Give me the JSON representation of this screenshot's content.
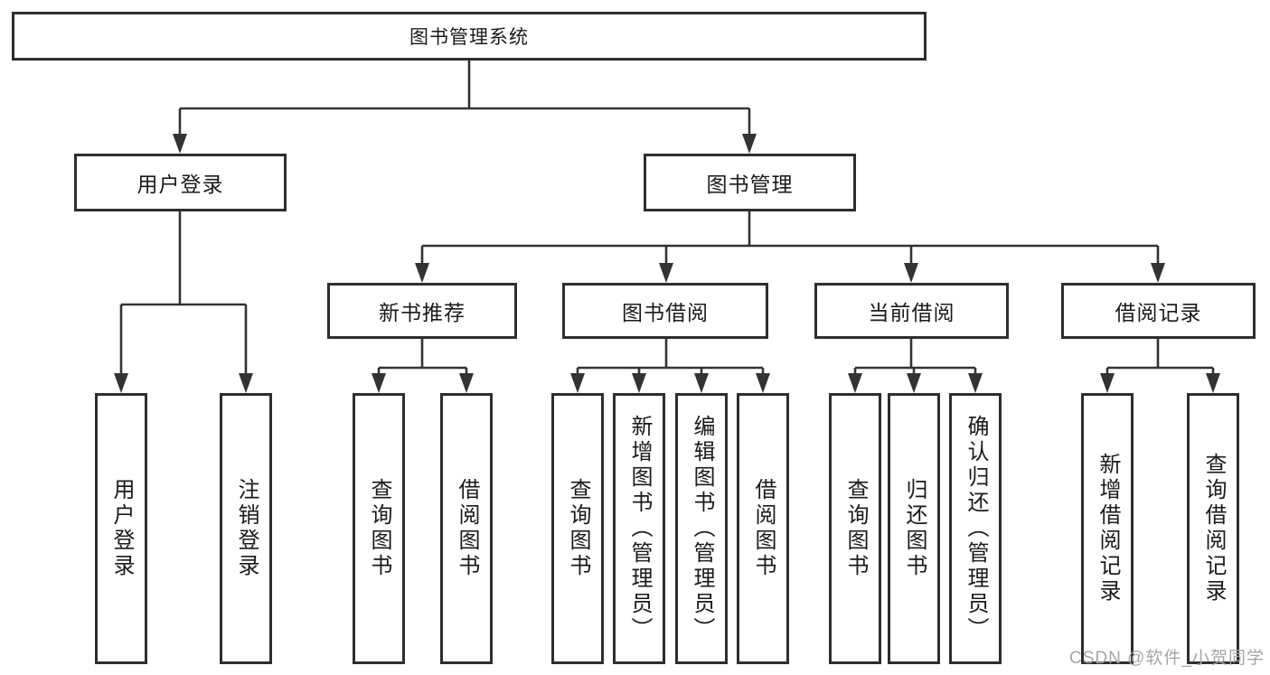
{
  "diagram": {
    "root": {
      "label": "图书管理系统",
      "children": [
        {
          "label": "用户登录",
          "children": [
            {
              "label": "用户登录"
            },
            {
              "label": "注销登录"
            }
          ]
        },
        {
          "label": "图书管理",
          "children": [
            {
              "label": "新书推荐",
              "children": [
                {
                  "label": "查询图书"
                },
                {
                  "label": "借阅图书"
                }
              ]
            },
            {
              "label": "图书借阅",
              "children": [
                {
                  "label": "查询图书"
                },
                {
                  "label": "新增图书（管理员）"
                },
                {
                  "label": "编辑图书（管理员）"
                },
                {
                  "label": "借阅图书"
                }
              ]
            },
            {
              "label": "当前借阅",
              "children": [
                {
                  "label": "查询图书"
                },
                {
                  "label": "归还图书"
                },
                {
                  "label": "确认归还（管理员）"
                }
              ]
            },
            {
              "label": "借阅记录",
              "children": [
                {
                  "label": "新增借阅记录"
                },
                {
                  "label": "查询借阅记录"
                }
              ]
            }
          ]
        }
      ]
    }
  },
  "watermark": {
    "text": "CSDN @软件_小贺同学"
  },
  "colors": {
    "line": "#333333",
    "box_border": "#2e2e2e",
    "text": "#1a1a1a",
    "watermark": "#a6a6a6",
    "background": "#ffffff"
  }
}
